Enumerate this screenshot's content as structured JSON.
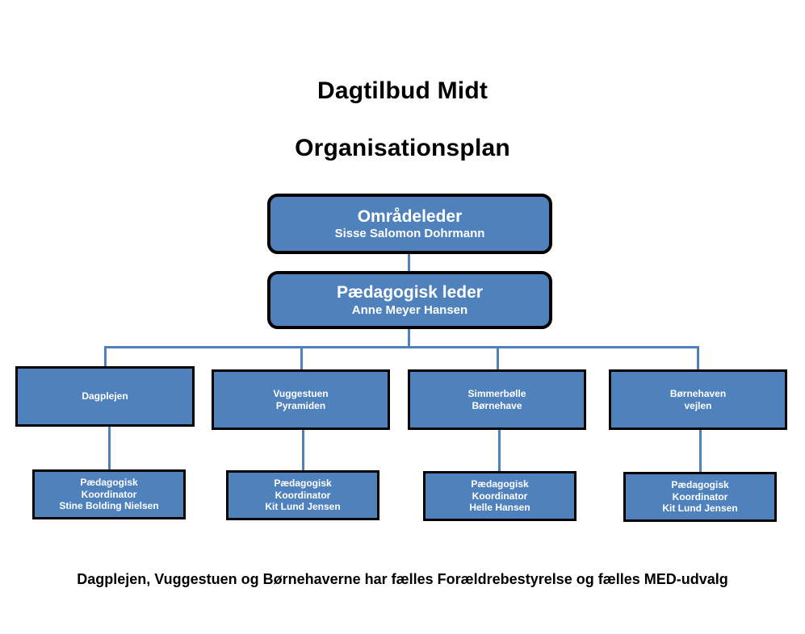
{
  "page": {
    "title_main": "Dagtilbud Midt",
    "title_sub": "Organisationsplan",
    "footer_note": "Dagplejen, Vuggestuen og Børnehaverne har fælles Forældrebestyrelse og fælles MED-udvalg",
    "colors": {
      "box_fill": "#4F81BD",
      "box_border": "#000000",
      "connector": "#4F81BD",
      "text_on_box": "#FFFFFF",
      "text_on_page": "#000000",
      "background": "#FFFFFF"
    }
  },
  "executive": [
    {
      "role": "Områdeleder",
      "person": "Sisse Salomon Dohrmann"
    },
    {
      "role": "Pædagogisk leder",
      "person": "Anne Meyer Hansen"
    }
  ],
  "units": [
    {
      "line1": "Dagplejen",
      "line2": ""
    },
    {
      "line1": "Vuggestuen",
      "line2": "Pyramiden"
    },
    {
      "line1": "Simmerbølle",
      "line2": "Børnehave"
    },
    {
      "line1": "Børnehaven",
      "line2": "vejlen"
    }
  ],
  "coordinators": [
    {
      "line1": "Pædagogisk",
      "line2": "Koordinator",
      "line3": "Stine Bolding Nielsen"
    },
    {
      "line1": "Pædagogisk",
      "line2": "Koordinator",
      "line3": "Kit Lund Jensen"
    },
    {
      "line1": "Pædagogisk",
      "line2": "Koordinator",
      "line3": "Helle Hansen"
    },
    {
      "line1": "Pædagogisk",
      "line2": "Koordinator",
      "line3": "Kit Lund Jensen"
    }
  ]
}
